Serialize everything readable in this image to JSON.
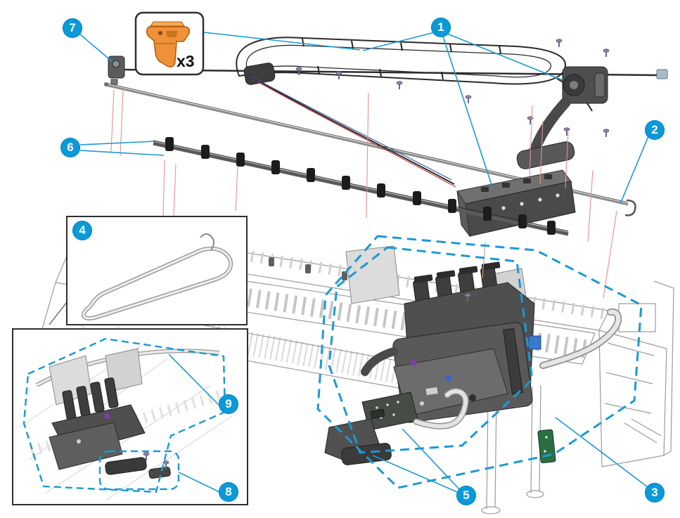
{
  "diagram": {
    "quantity_note": "x3",
    "callouts": [
      {
        "label": "1"
      },
      {
        "label": "2"
      },
      {
        "label": "3"
      },
      {
        "label": "4"
      },
      {
        "label": "5"
      },
      {
        "label": "6"
      },
      {
        "label": "7"
      },
      {
        "label": "8"
      },
      {
        "label": "9"
      }
    ],
    "colors": {
      "callout_fill": "#0b99d8",
      "callout_text": "#ffffff",
      "leader_line_blue": "#1b9ad2",
      "dashed_outline_blue": "#1b9ad2",
      "reference_line_red": "#e59090",
      "highlight_part_orange": "#f0913a",
      "line_art_gray": "#9b9b9b",
      "dark_part_gray": "#4f4f4f"
    }
  }
}
